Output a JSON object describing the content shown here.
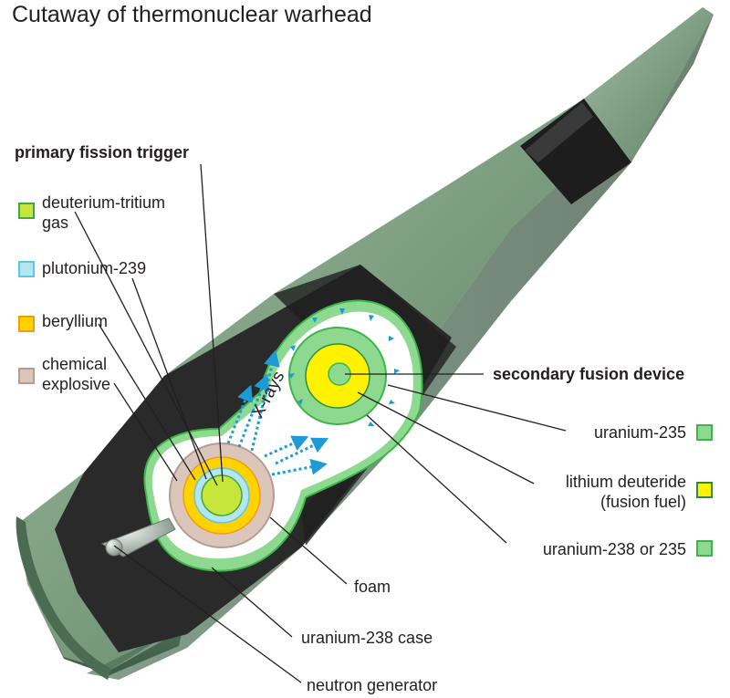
{
  "title": "Cutaway of thermonuclear warhead",
  "primary": {
    "heading": "primary fission trigger",
    "items": [
      {
        "lines": [
          "deuterium-tritium",
          "gas"
        ],
        "color": "#c6e63c",
        "border": "#41a83e"
      },
      {
        "lines": [
          "plutonium-239"
        ],
        "color": "#b5e6f0",
        "border": "#5cc7df"
      },
      {
        "lines": [
          "beryllium"
        ],
        "color": "#ffd200",
        "border": "#f39c12"
      },
      {
        "lines": [
          "chemical",
          "explosive"
        ],
        "color": "#dac6bb",
        "border": "#b59c8e"
      }
    ]
  },
  "secondary": {
    "heading": "secondary fusion device",
    "items": [
      {
        "lines": [
          "uranium-235"
        ],
        "color": "#8ed990",
        "border": "#3db54a"
      },
      {
        "lines": [
          "lithium deuteride",
          "(fusion fuel)"
        ],
        "color": "#fff200",
        "border": "#2e8b3e"
      },
      {
        "lines": [
          "uranium-238 or 235"
        ],
        "color": "#8ed990",
        "border": "#3db54a"
      }
    ]
  },
  "xrays": "X-rays",
  "bottom_labels": {
    "foam": "foam",
    "case": "uranium-238 case",
    "neutron": "neutron generator"
  },
  "colors": {
    "casing": "#7fa083",
    "casing_dark": "#3e5b45",
    "interior": "#2a2a2a",
    "arrow": "#1e9ad6",
    "foam": "#ffffff",
    "leader": "#231f20"
  }
}
